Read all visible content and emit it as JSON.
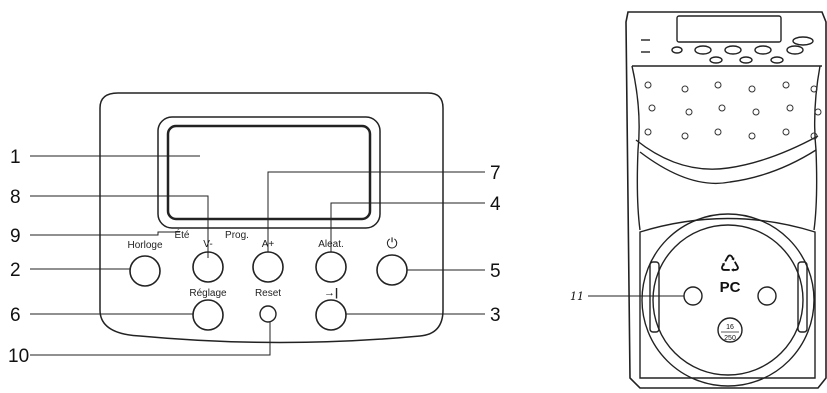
{
  "callouts": {
    "c1": "1",
    "c2": "2",
    "c3": "3",
    "c4": "4",
    "c5": "5",
    "c6": "6",
    "c7": "7",
    "c8": "8",
    "c9": "9",
    "c10": "10",
    "c11": "11"
  },
  "buttons": {
    "horloge": "Horloge",
    "ete": "Été",
    "prog": "Prog.",
    "v_minus": "V-",
    "a_plus": "A+",
    "aleat": "Aleat.",
    "reglage": "Réglage",
    "reset": "Reset",
    "power_symbol": "⏻",
    "skip_symbol": "→|"
  },
  "socket": {
    "material": "PC",
    "recycle_symbol": "♺",
    "rating_top": "16",
    "rating_bottom": "250"
  }
}
